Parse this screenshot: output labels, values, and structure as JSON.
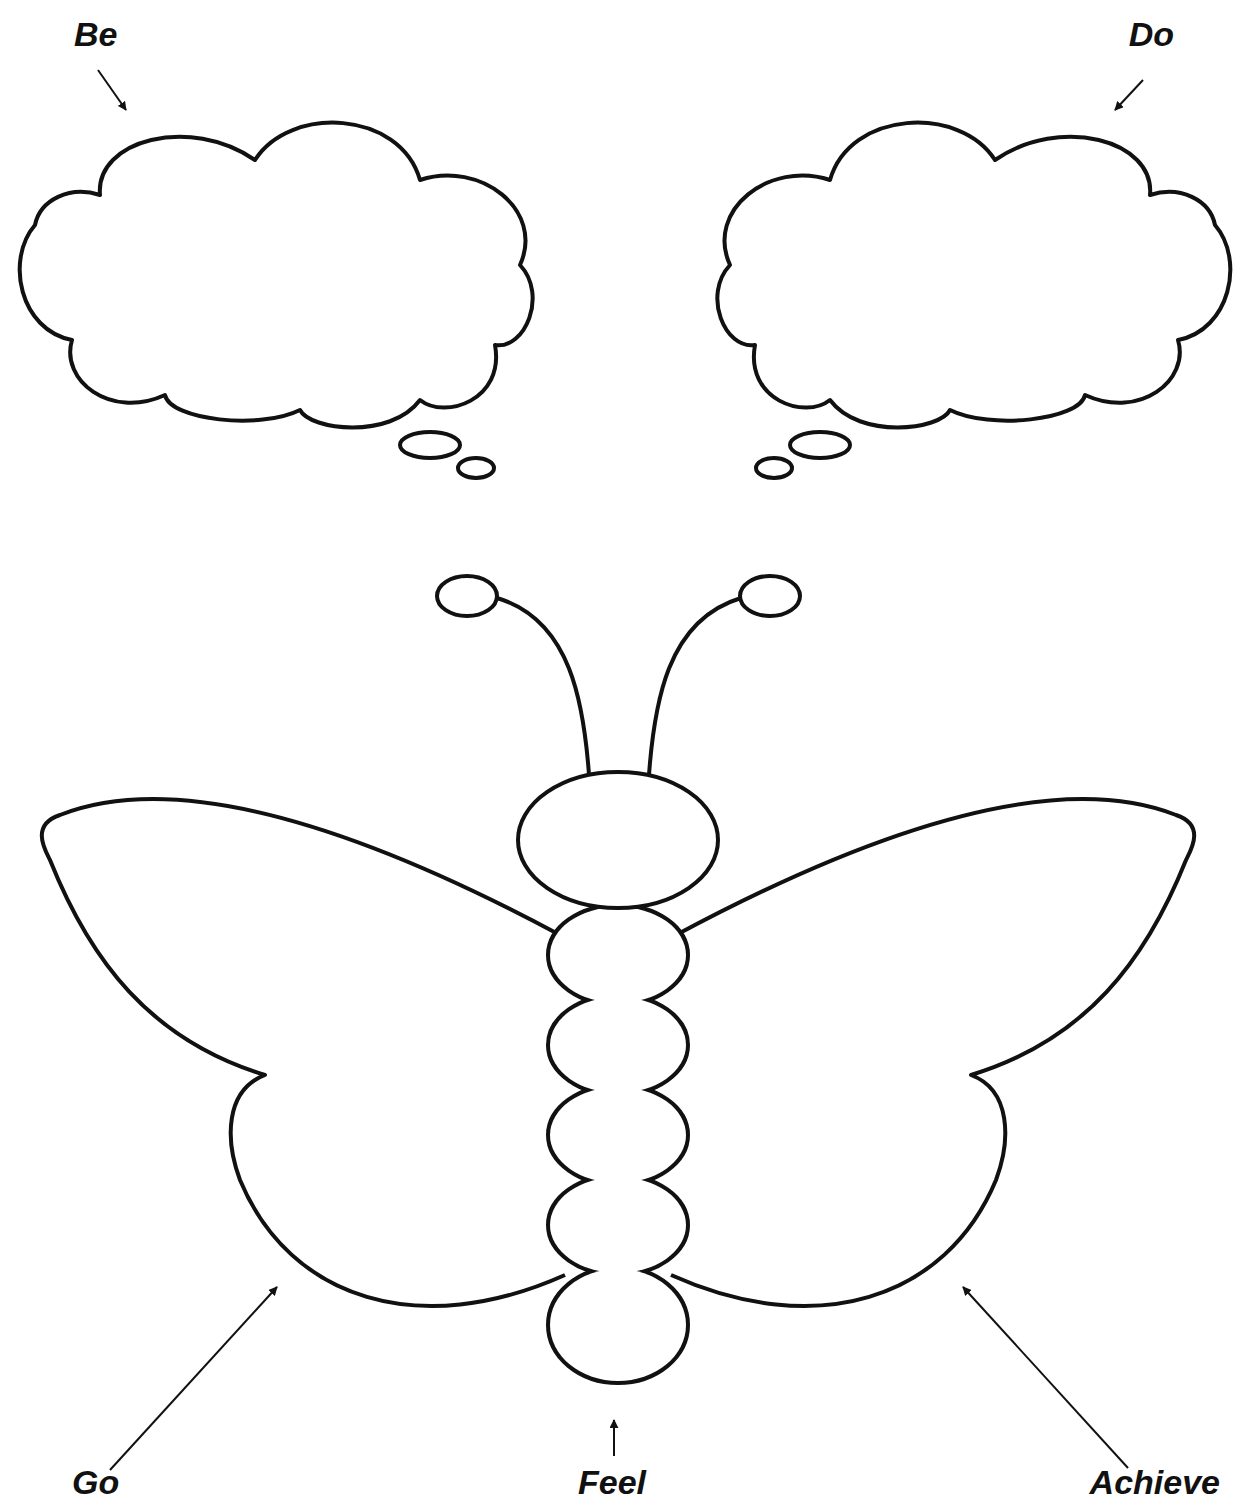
{
  "diagram": {
    "labels": [
      "Be",
      "Do",
      "Go",
      "Feel",
      "Achieve"
    ]
  }
}
